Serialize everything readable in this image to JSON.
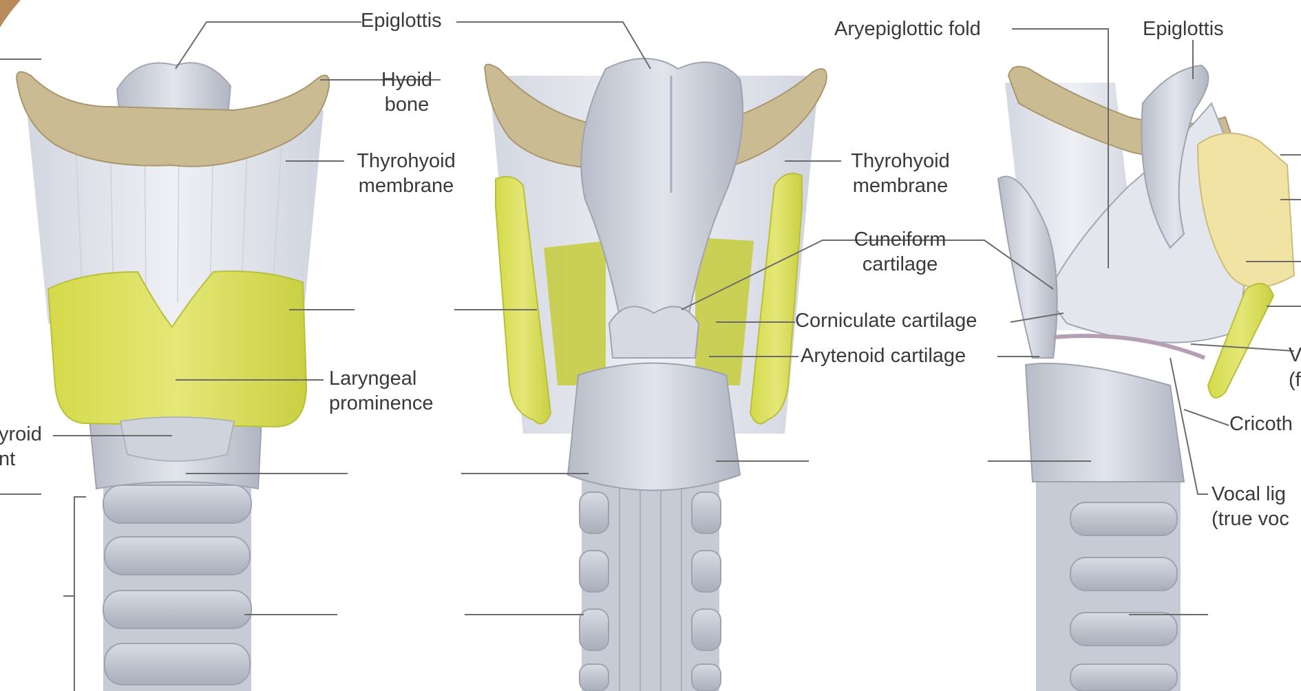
{
  "labels": {
    "epiglottis_left": "Epiglottis",
    "hyoid_bone": [
      "Hyoid",
      "bone"
    ],
    "thyrohyoid_left": [
      "Thyrohyoid",
      "membrane"
    ],
    "laryngeal_prominence": [
      "Laryngeal",
      "prominence"
    ],
    "cricothyroid_partial": [
      "yroid",
      "nt"
    ],
    "thyrohyoid_center": [
      "Thyrohyoid",
      "membrane"
    ],
    "cuneiform": [
      "Cuneiform",
      "cartilage"
    ],
    "corniculate": "Corniculate cartilage",
    "arytenoid": "Arytenoid cartilage",
    "aryepiglottic_fold": "Aryepiglottic fold",
    "epiglottis_right": "Epiglottis",
    "vestibular_partial": [
      "V",
      "(f"
    ],
    "cricothyroid_right_partial": "Cricoth",
    "vocal_ligament_partial": [
      "Vocal lig",
      "(true voc"
    ]
  },
  "colors": {
    "thyroid_cartilage_highlight": "#d8dd55",
    "hyoid_bone": "#cbbb93",
    "cartilage_gray": "#c4c8d2",
    "membrane": "#e4e7ee",
    "leader_line": "#6b6b6b",
    "epiglottis_fat": "#f1e3a4"
  }
}
